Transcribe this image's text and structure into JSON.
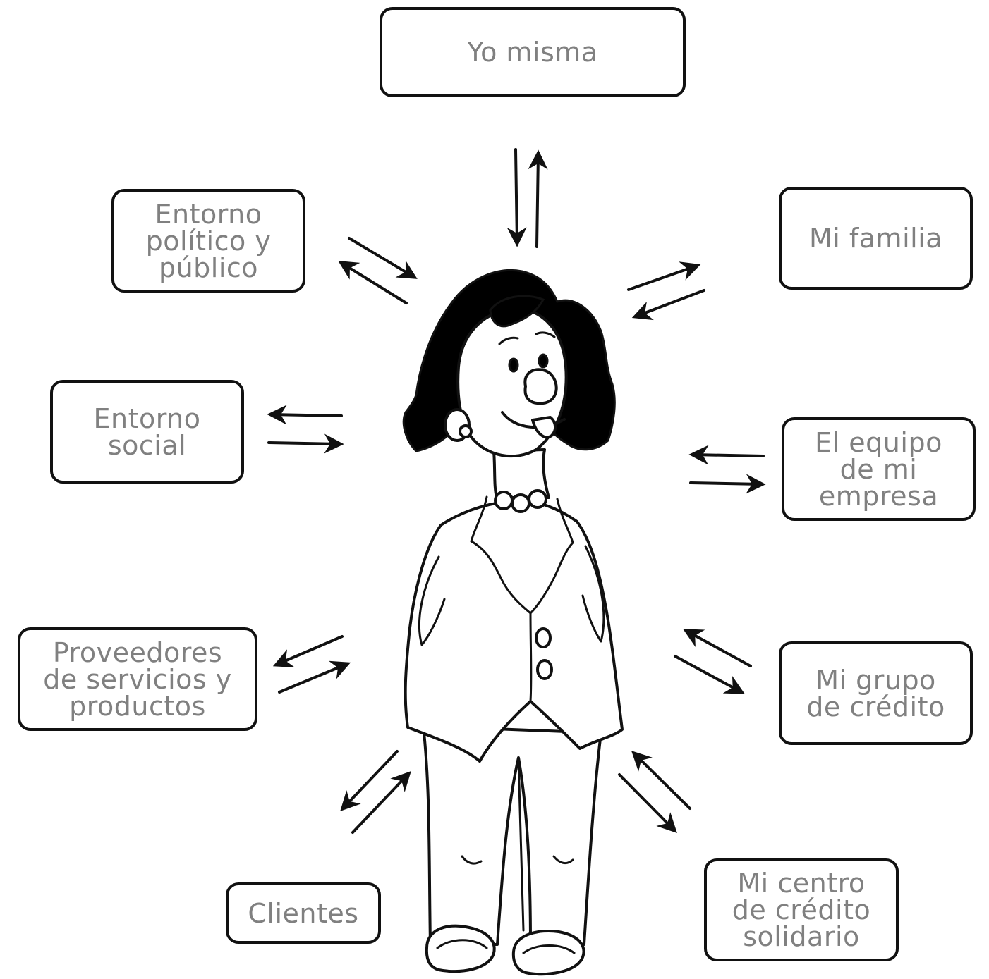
{
  "nodes": {
    "yo_misma": "Yo misma",
    "entorno_politico": "Entorno\npolítico y\npúblico",
    "mi_familia": "Mi familia",
    "entorno_social": "Entorno\nsocial",
    "equipo_empresa": "El equipo\nde mi\nempresa",
    "proveedores": "Proveedores\nde servicios y\nproductos",
    "grupo_credito": "Mi grupo\nde crédito",
    "clientes": "Clientes",
    "centro_credito": "Mi centro\nde crédito\nsolidario"
  },
  "colors": {
    "label_text": "#808080",
    "outline": "#111111",
    "hair": "#000000"
  },
  "icons": [
    "woman-figure",
    "two-way-arrow"
  ]
}
